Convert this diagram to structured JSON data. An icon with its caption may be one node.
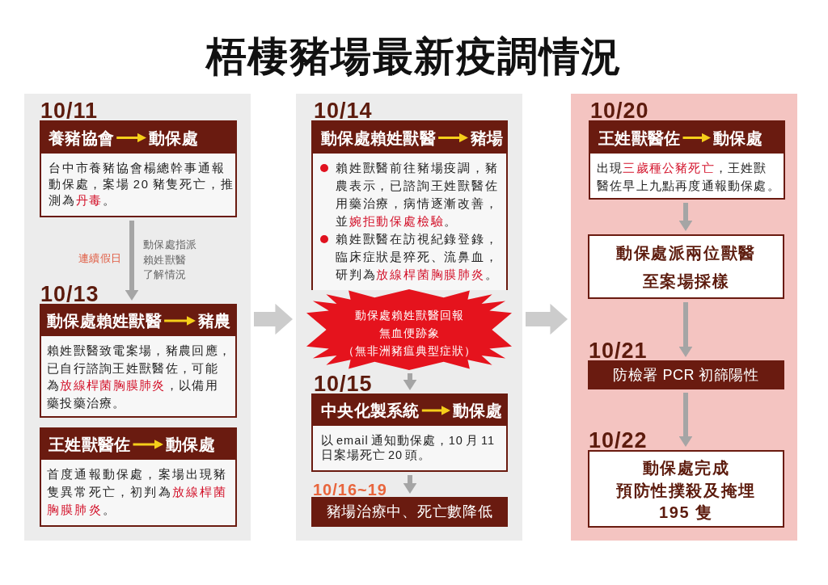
{
  "diagram": {
    "title": "梧棲豬場最新疫調情況",
    "nodes": [
      {
        "text": [],
        "shape": "box"
      },
      {
        "text": [
          "台中市養豬協會楊總幹事通報動保處，案場 20 豬隻死亡，推測為**丹毒**。"
        ],
        "beside": [
          "10/11"
        ],
        "in": 0
      },
      {
        "text": [],
        "shape": "box",
        "in": 1
      },
      {
        "text": [
          "養豬協會"
        ],
        "in": 2
      },
      {
        "text": [
          "動保處"
        ],
        "in": 2
      },
      {
        "text": [
          "賴姓獸醫致電案場，豬農回應，已自行諮詢王姓獸醫佐，可能為**放線桿菌胸膜肺炎**，以備用藥投藥治療。"
        ],
        "beside": [
          "10/13"
        ],
        "in": 0
      },
      {
        "text": [],
        "shape": "box",
        "in": 5
      },
      {
        "text": [
          "動保處賴姓獸醫"
        ],
        "in": 6
      },
      {
        "text": [
          "豬農"
        ],
        "in": 6
      },
      {
        "text": [
          "首度通報動保處，案場出現豬隻異常死亡，初判為**放線桿菌胸膜肺炎**。"
        ],
        "in": 0
      },
      {
        "text": [],
        "shape": "box",
        "in": 9
      },
      {
        "text": [
          "王姓獸醫佐"
        ],
        "in": 10
      },
      {
        "text": [
          "動保處"
        ],
        "in": 10
      },
      {
        "text": [],
        "shape": "box"
      },
      {
        "text": [
          "賴姓獸醫前往豬場疫調，豬農表示，已諮詢王姓獸醫佐用藥治療，病情逐漸改善，並**婉拒動保處檢驗**。",
          "賴姓獸醫在訪視紀錄登錄，臨床症狀是猝死、流鼻血，研判為**放線桿菌胸膜肺炎**。"
        ],
        "beside": [
          "10/14"
        ],
        "in": 13
      },
      {
        "text": [],
        "shape": "box",
        "in": 14
      },
      {
        "text": [
          "動保處賴姓獸醫"
        ],
        "in": 15
      },
      {
        "text": [
          "豬場"
        ],
        "in": 15
      },
      {
        "text": [
          "動保處賴姓獸醫回報無血便跡象（無非洲豬瘟典型症狀）"
        ],
        "in": 13
      },
      {
        "text": [
          "以 email 通知動保處，10 月 11 日案場死亡 20 頭。"
        ],
        "beside": [
          "10/15"
        ],
        "in": 13
      },
      {
        "text": [],
        "shape": "box",
        "in": 19
      },
      {
        "text": [
          "中央化製系統"
        ],
        "in": 20
      },
      {
        "text": [
          "動保處"
        ],
        "in": 20
      },
      {
        "text": [
          "豬場治療中、死亡數降低"
        ],
        "beside": [
          "10/16~19"
        ],
        "in": 13
      },
      {
        "text": [],
        "shape": "box"
      },
      {
        "text": [
          "出現**三歲種公豬死亡**，王姓獸醫佐早上九點再度通報動保處。"
        ],
        "beside": [
          "10/20"
        ],
        "in": 24
      },
      {
        "text": [],
        "shape": "box",
        "in": 25
      },
      {
        "text": [
          "王姓獸醫佐"
        ],
        "in": 26
      },
      {
        "text": [
          "動保處"
        ],
        "in": 26
      },
      {
        "text": [
          "動保處派兩位獸醫至案場採樣"
        ],
        "in": 24
      },
      {
        "text": [
          "防檢署 PCR 初篩陽性"
        ],
        "beside": [
          "10/21"
        ],
        "in": 24
      },
      {
        "text": [
          "動保處完成預防性撲殺及掩埋195 隻"
        ],
        "beside": [
          "10/22"
        ],
        "in": 24
      }
    ],
    "edges": [
      {
        "from": 3,
        "to": 4,
        "arrow": "to",
        "color": "#f5cf1a"
      },
      {
        "from": 1,
        "to": 5,
        "arrow": "to",
        "color": "#a5a5a5"
      },
      {
        "from": 7,
        "to": 8,
        "arrow": "to",
        "color": "#f5cf1a"
      },
      {
        "from": 11,
        "to": 12,
        "arrow": "to",
        "color": "#f5cf1a"
      },
      {
        "from": 0,
        "to": 13,
        "arrow": "to",
        "style": "thick",
        "color": "#cccccc"
      },
      {
        "from": 16,
        "to": 17,
        "arrow": "to",
        "color": "#f5cf1a"
      },
      {
        "from": 18,
        "to": 19,
        "arrow": "to",
        "color": "#a5a5a5"
      },
      {
        "from": 21,
        "to": 22,
        "arrow": "to",
        "color": "#f5cf1a"
      },
      {
        "from": 19,
        "to": 23,
        "arrow": "to",
        "color": "#a5a5a5"
      },
      {
        "from": 13,
        "to": 24,
        "arrow": "to",
        "style": "thick",
        "color": "#cccccc"
      },
      {
        "from": 27,
        "to": 28,
        "arrow": "to",
        "color": "#f5cf1a"
      },
      {
        "from": 25,
        "to": 29,
        "arrow": "to",
        "color": "#a5a5a5"
      },
      {
        "from": 29,
        "to": 30,
        "arrow": "to",
        "color": "#a5a5a5"
      },
      {
        "from": 30,
        "to": 31,
        "arrow": "to",
        "color": "#a5a5a5"
      }
    ],
    "labels": [
      "連續假日",
      "動保處指派賴姓獸醫了解情況"
    ]
  }
}
